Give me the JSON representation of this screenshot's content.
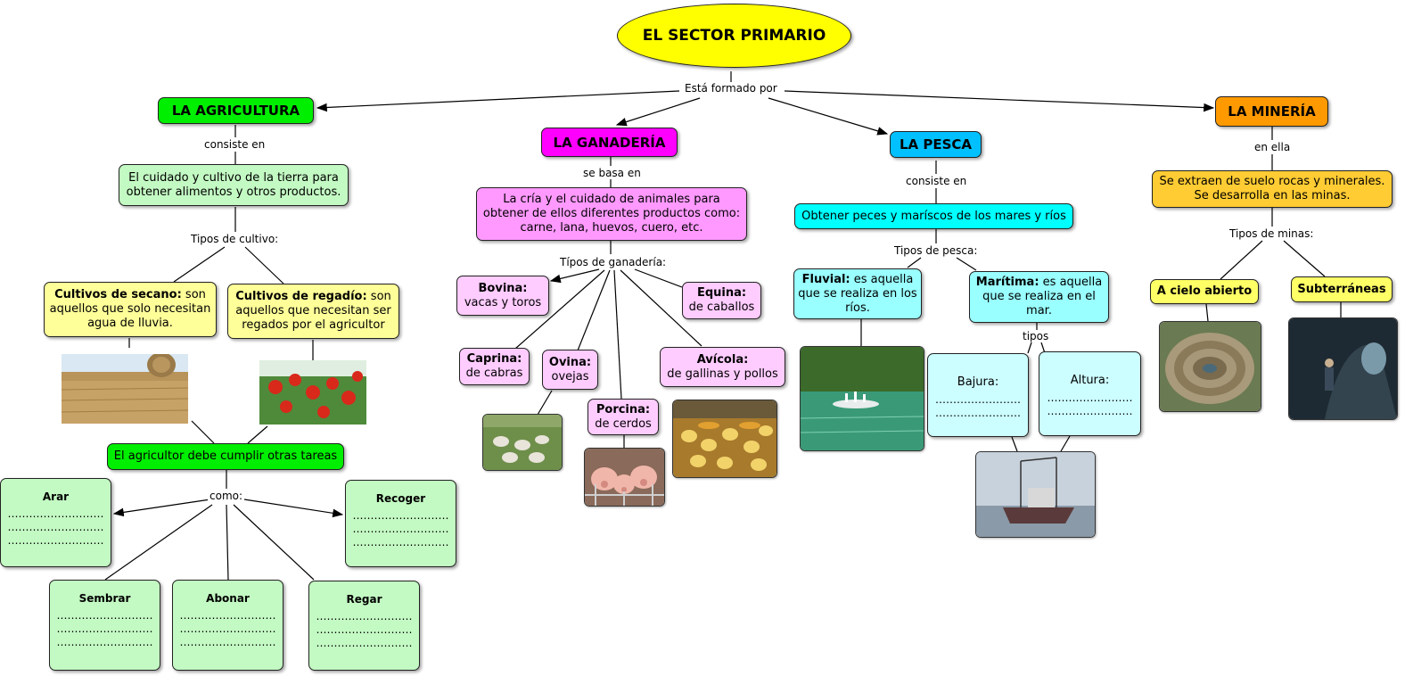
{
  "title": "EL SECTOR PRIMARIO",
  "links": {
    "formado": "Está formado por",
    "consiste_agri": "consiste en",
    "se_basa": "se basa en",
    "consiste_pesca": "consiste en",
    "en_ella": "en ella",
    "tipos_cultivo": "Tipos de cultivo:",
    "tipos_ganaderia": "Típos de ganadería:",
    "tipos_pesca": "Tipos de pesca:",
    "tipos_minas": "Tipos de minas:",
    "tipos": "tipos",
    "como": "como:"
  },
  "agricultura": {
    "label": "LA AGRICULTURA",
    "color": "#00ee00",
    "desc": "El cuidado y cultivo de la tierra para obtener alimentos y otros productos.",
    "secano_bold": "Cultivos de secano:",
    "secano_text": "son aquellos que solo necesitan agua de lluvia.",
    "regadio_bold": "Cultivos de regadío:",
    "regadio_text": "son aquellos que necesitan ser regados por el agricultor",
    "otras_tareas": "El agricultor debe cumplir otras tareas",
    "dots": "………………………",
    "tareas": [
      "Arar",
      "Recoger",
      "Sembrar",
      "Abonar",
      "Regar"
    ]
  },
  "ganaderia": {
    "label": "LA GANADERÍA",
    "color": "#ff00ff",
    "desc": "La cría y el cuidado de animales para obtener de ellos diferentes productos como: carne, lana, huevos, cuero, etc.",
    "bovina_bold": "Bovina:",
    "bovina_text": "vacas y toros",
    "equina_bold": "Equina:",
    "equina_text": "de caballos",
    "caprina_bold": "Caprina:",
    "caprina_text": "de cabras",
    "ovina_bold": "Ovina:",
    "ovina_text": "ovejas",
    "porcina_bold": "Porcina:",
    "porcina_text": "de cerdos",
    "avicola_bold": "Avícola:",
    "avicola_text": "de gallinas y pollos"
  },
  "pesca": {
    "label": "LA PESCA",
    "color": "#00c0ff",
    "desc": "Obtener peces y maríscos de los mares y ríos",
    "fluvial_bold": "Fluvial:",
    "fluvial_text": "es aquella que se realiza en los ríos.",
    "maritima_bold": "Marítima:",
    "maritima_text": "es aquella que se realiza en el mar.",
    "bajura": "Bajura:",
    "altura": "Altura:",
    "dots": "……………………"
  },
  "mineria": {
    "label": "LA MINERÍA",
    "color": "#ff9900",
    "desc": "Se extraen de suelo rocas y minerales. Se desarrolla en las minas.",
    "cielo": "A cielo abierto",
    "subterraneas": "Subterráneas"
  }
}
